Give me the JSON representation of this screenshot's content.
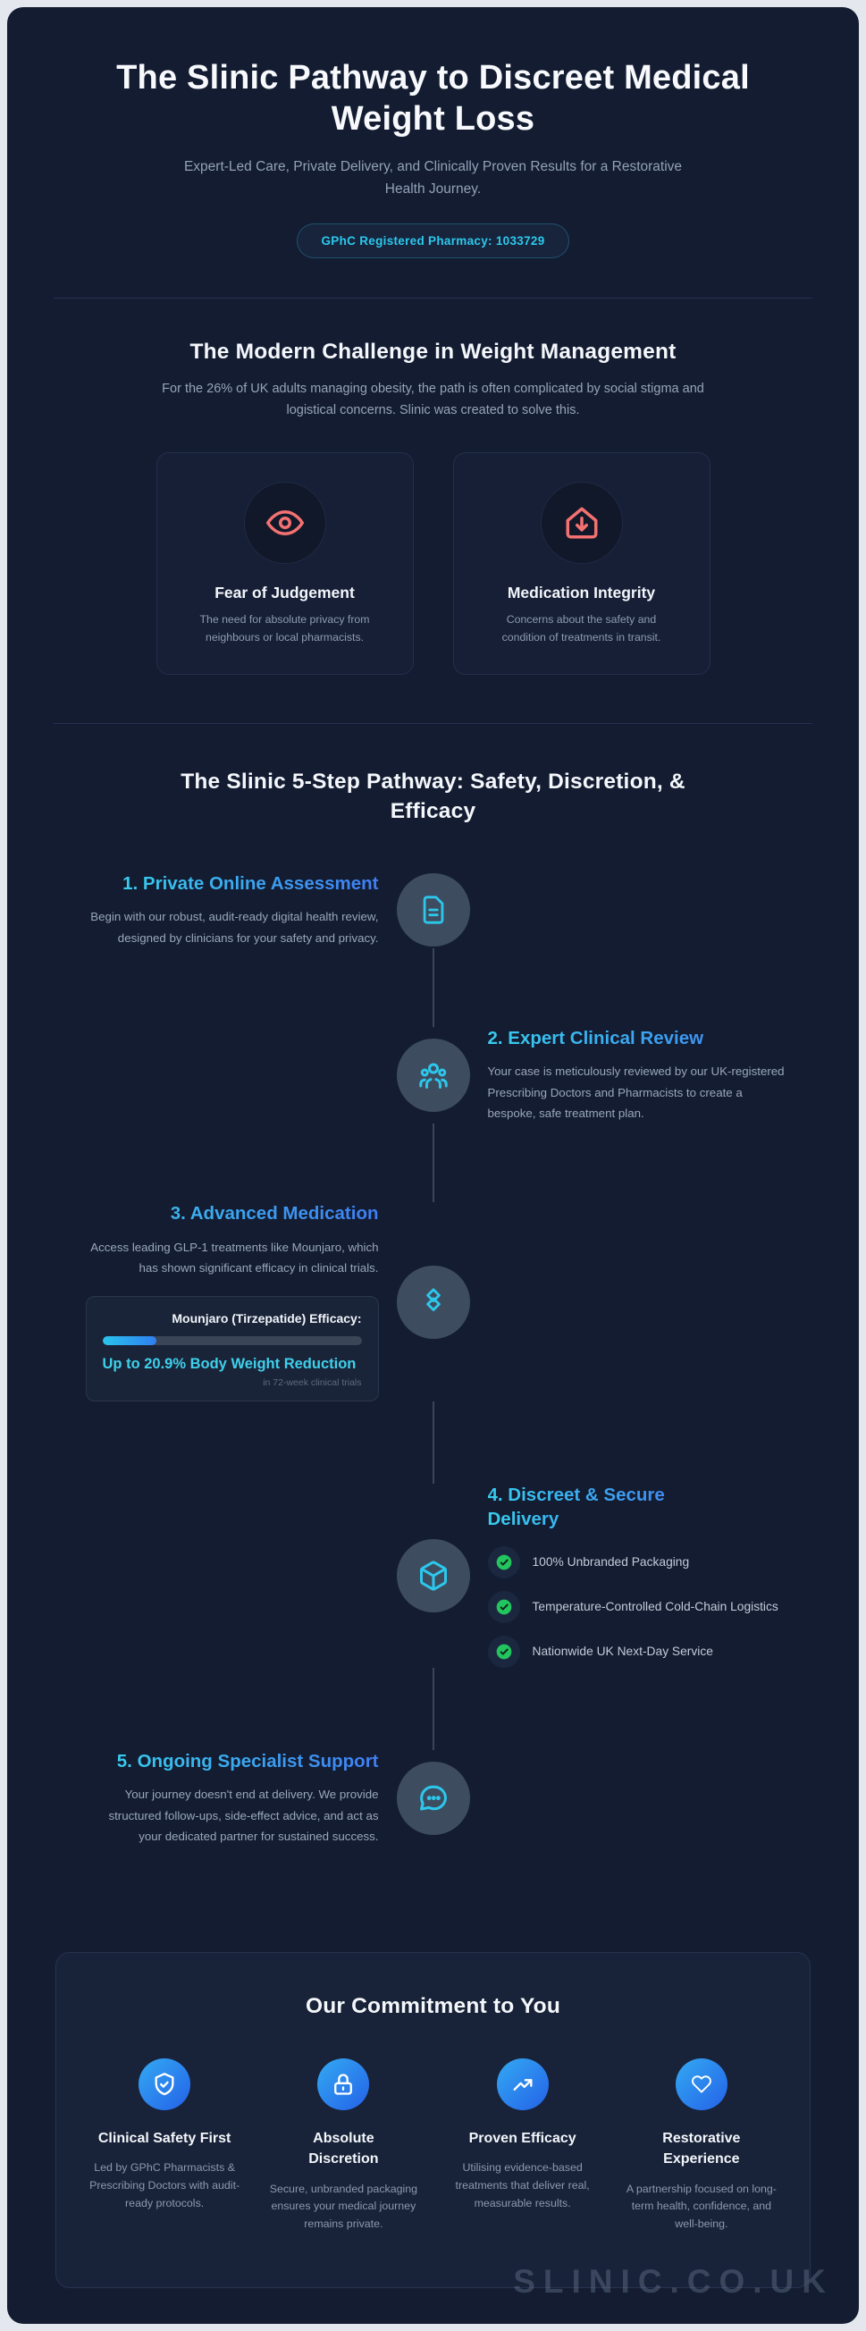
{
  "header": {
    "title": "The Slinic Pathway to Discreet Medical Weight Loss",
    "subtitle": "Expert-Led Care, Private Delivery, and Clinically Proven Results for a Restorative Health Journey.",
    "badge": "GPhC Registered Pharmacy: 1033729"
  },
  "challenge": {
    "heading": "The Modern Challenge in Weight Management",
    "intro": "For the 26% of UK adults managing obesity, the path is often complicated by social stigma and logistical concerns. Slinic was created to solve this.",
    "cards": [
      {
        "icon": "eye-icon",
        "title": "Fear of Judgement",
        "text": "The need for absolute privacy from neighbours or local pharmacists."
      },
      {
        "icon": "house-arrow-down-icon",
        "title": "Medication Integrity",
        "text": "Concerns about the safety and condition of treatments in transit."
      }
    ]
  },
  "pathway": {
    "heading": "The Slinic 5-Step Pathway: Safety, Discretion, & Efficacy",
    "steps": [
      {
        "icon": "document-icon",
        "title": "1. Private Online Assessment",
        "text": "Begin with our robust, audit-ready digital health review, designed by clinicians for your safety and privacy."
      },
      {
        "icon": "users-icon",
        "title": "2. Expert Clinical Review",
        "text": "Your case is meticulously reviewed by our UK-registered Prescribing Doctors and Pharmacists to create a bespoke, safe treatment plan."
      },
      {
        "icon": "layers-icon",
        "title": "3. Advanced Medication",
        "text": "Access leading GLP-1 treatments like Mounjaro, which has shown significant efficacy in clinical trials.",
        "efficacy": {
          "label": "Mounjaro (Tirzepatide) Efficacy:",
          "percent": 21,
          "result": "Up to 20.9% Body Weight Reduction",
          "note": "in 72-week clinical trials"
        }
      },
      {
        "icon": "package-icon",
        "title": "4. Discreet & Secure Delivery",
        "checklist": [
          "100% Unbranded Packaging",
          "Temperature-Controlled Cold-Chain Logistics",
          "Nationwide UK Next-Day Service"
        ]
      },
      {
        "icon": "chat-icon",
        "title": "5. Ongoing Specialist Support",
        "text": "Your journey doesn't end at delivery. We provide structured follow-ups, side-effect advice, and act as your dedicated partner for sustained success."
      }
    ]
  },
  "commitment": {
    "heading": "Our Commitment to You",
    "items": [
      {
        "icon": "shield-check-icon",
        "title": "Clinical Safety First",
        "text": "Led by GPhC Pharmacists & Prescribing Doctors with audit-ready protocols."
      },
      {
        "icon": "lock-icon",
        "title": "Absolute Discretion",
        "text": "Secure, unbranded packaging ensures your medical journey remains private."
      },
      {
        "icon": "trending-up-icon",
        "title": "Proven Efficacy",
        "text": "Utilising evidence-based treatments that deliver real, measurable results."
      },
      {
        "icon": "heart-icon",
        "title": "Restorative Experience",
        "text": "A partnership focused on long-term health, confidence, and well-being."
      }
    ]
  },
  "footer": {
    "watermark": "SLINIC.CO.UK"
  },
  "colors": {
    "accent_cyan": "#2cc8ec",
    "accent_blue": "#3f7df2",
    "coral": "#f47171",
    "green": "#22c55e",
    "surface": "#131c31"
  }
}
